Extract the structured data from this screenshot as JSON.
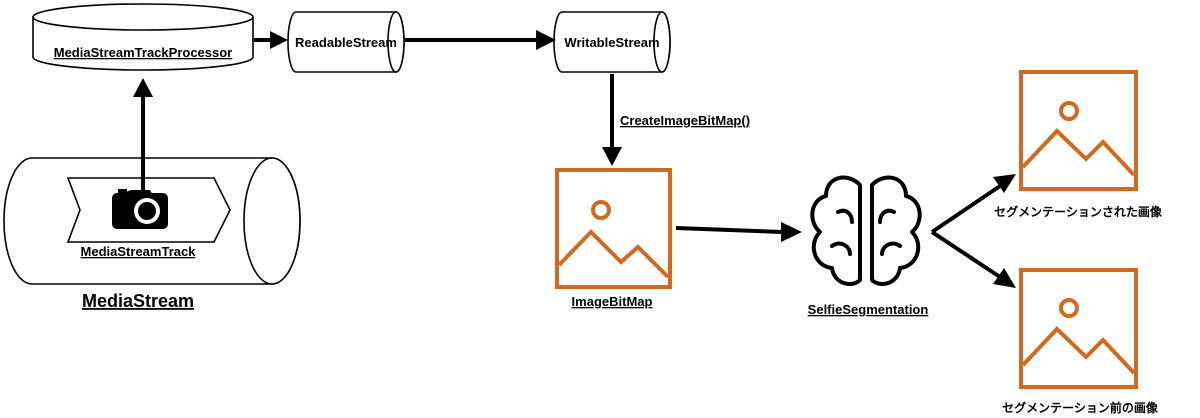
{
  "nodes": {
    "media_stream": "MediaStream",
    "media_stream_track": "MediaStreamTrack",
    "processor": "MediaStreamTrackProcessor",
    "readable": "ReadableStream",
    "writable": "WritableStream",
    "image_bitmap": "ImageBitMap",
    "selfie": "SelfieSegmentation",
    "segmented": "セグメンテーションされた画像",
    "original": "セグメンテーション前の画像"
  },
  "edges": {
    "create_bitmap": "CreateImageBitMap()"
  },
  "icons": {
    "camera": "camera-icon",
    "image": "image-icon",
    "brain": "brain-icon"
  },
  "colors": {
    "accent": "#d2691e",
    "stroke": "#000000"
  }
}
